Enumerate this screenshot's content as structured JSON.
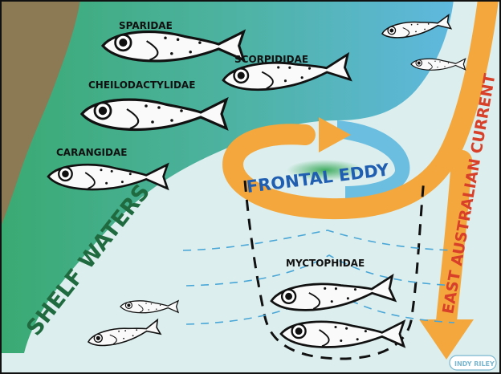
{
  "labels": {
    "sparidae": "SPARIDAE",
    "scorpididae": "SCORPIDIDAE",
    "cheilodactylidae": "CHEILODACTYLIDAE",
    "carangidae": "CARANGIDAE",
    "myctophidae": "MYCTOPHIDAE",
    "shelf_waters": "SHELF WATERS",
    "frontal_eddy": "FRONTAL EDDY",
    "east_australian_current": "EAST AUSTRALIAN CURRENT",
    "credit": "INDY RILEY"
  },
  "colors": {
    "coast": "#8c7a55",
    "shelf_start": "#3aaa72",
    "shelf_end": "#5fb8df",
    "ocean": "#dcefee",
    "current": "#f4a73d",
    "shelf_text": "#1f6a3e",
    "eddy_text": "#1f5eb0",
    "current_text": "#d8402a",
    "chlorophyll": "#3aaa5a"
  }
}
